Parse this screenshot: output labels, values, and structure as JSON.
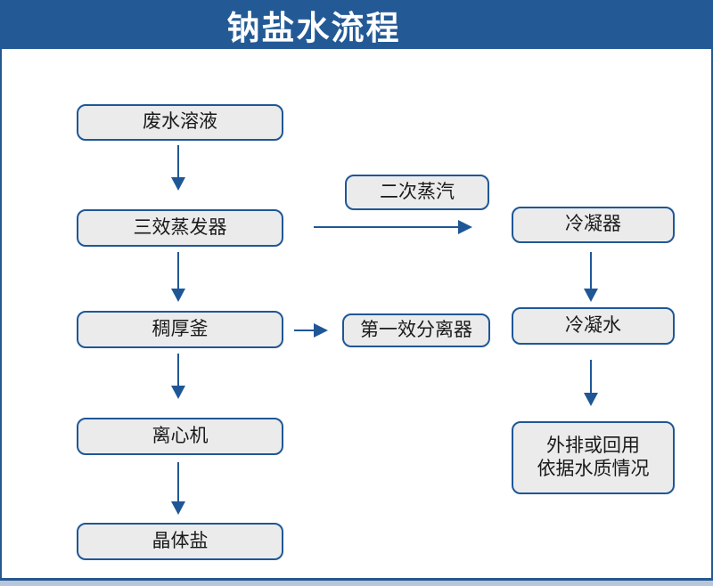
{
  "title": "钠盐水流程",
  "colors": {
    "header_bg": "#235a96",
    "box_fill": "#ebebeb",
    "box_border": "#1f5796",
    "arrow": "#1f5796",
    "frame_border": "#24588f",
    "title_text": "#ffffff",
    "node_text": "#1a1a1a"
  },
  "nodes": {
    "waste_solution": "废水溶液",
    "triple_effect_evaporator": "三效蒸发器",
    "secondary_steam": "二次蒸汽",
    "condenser": "冷凝器",
    "thickening_kettle": "稠厚釜",
    "first_effect_separator": "第一效分离器",
    "condensate_water": "冷凝水",
    "centrifuge": "离心机",
    "crystal_salt": "晶体盐",
    "discharge_line1": "外排或回用",
    "discharge_line2": "依据水质情况"
  },
  "edges": [
    {
      "from": "废水溶液",
      "to": "三效蒸发器"
    },
    {
      "from": "三效蒸发器",
      "to": "冷凝器",
      "label": "二次蒸汽"
    },
    {
      "from": "三效蒸发器",
      "to": "稠厚釜"
    },
    {
      "from": "稠厚釜",
      "to": "第一效分离器"
    },
    {
      "from": "稠厚釜",
      "to": "离心机"
    },
    {
      "from": "离心机",
      "to": "晶体盐"
    },
    {
      "from": "冷凝器",
      "to": "冷凝水"
    },
    {
      "from": "冷凝水",
      "to": "外排或回用 依据水质情况"
    }
  ]
}
